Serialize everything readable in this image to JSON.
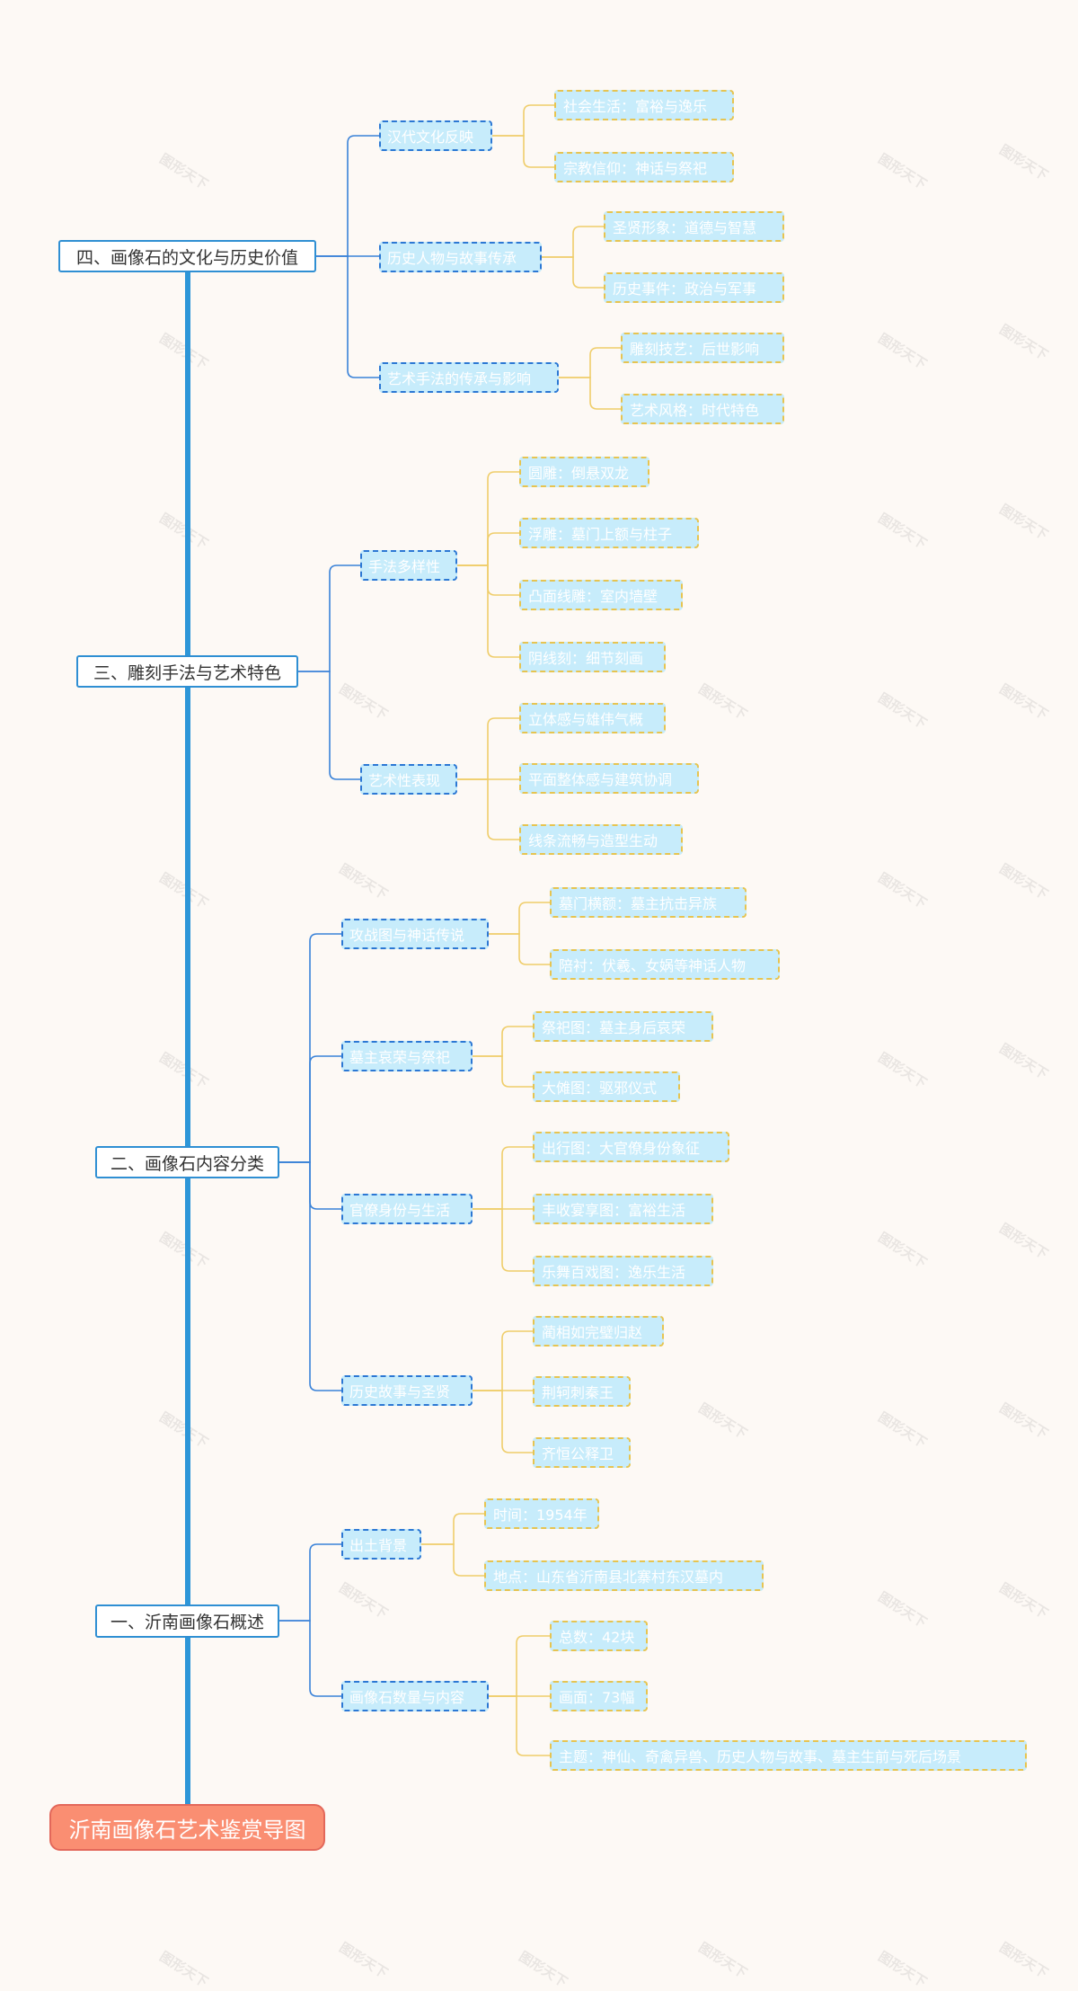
{
  "title": "沂南画像石艺术鉴赏导图",
  "watermark": "图形天下",
  "colors": {
    "background": "#fdf9f5",
    "root": "#fa8e72",
    "main_border": "#2f8fd3",
    "l2_border": "#2c78d4",
    "leaf_border": "#e6c451",
    "node_fill": "#c7ecfb",
    "spine": "#2d96d8"
  },
  "sections": [
    {
      "label": "四、画像石的文化与历史价值",
      "children": [
        {
          "label": "汉代文化反映",
          "children": [
            "社会生活：富裕与逸乐",
            "宗教信仰：神话与祭祀"
          ]
        },
        {
          "label": "历史人物与故事传承",
          "children": [
            "圣贤形象：道德与智慧",
            "历史事件：政治与军事"
          ]
        },
        {
          "label": "艺术手法的传承与影响",
          "children": [
            "雕刻技艺：后世影响",
            "艺术风格：时代特色"
          ]
        }
      ]
    },
    {
      "label": "三、雕刻手法与艺术特色",
      "children": [
        {
          "label": "手法多样性",
          "children": [
            "圆雕：倒悬双龙",
            "浮雕：墓门上额与柱子",
            "凸面线雕：室内墙壁",
            "阴线刻：细节刻画"
          ]
        },
        {
          "label": "艺术性表现",
          "children": [
            "立体感与雄伟气概",
            "平面整体感与建筑协调",
            "线条流畅与造型生动"
          ]
        }
      ]
    },
    {
      "label": "二、画像石内容分类",
      "children": [
        {
          "label": "攻战图与神话传说",
          "children": [
            "墓门横额：墓主抗击异族",
            "陪衬：伏羲、女娲等神话人物"
          ]
        },
        {
          "label": "墓主哀荣与祭祀",
          "children": [
            "祭祀图：墓主身后哀荣",
            "大傩图：驱邪仪式"
          ]
        },
        {
          "label": "官僚身份与生活",
          "children": [
            "出行图：大官僚身份象征",
            "丰收宴享图：富裕生活",
            "乐舞百戏图：逸乐生活"
          ]
        },
        {
          "label": "历史故事与圣贤",
          "children": [
            "蔺相如完璧归赵",
            "荆轲刺秦王",
            "齐恒公释卫"
          ]
        }
      ]
    },
    {
      "label": "一、沂南画像石概述",
      "children": [
        {
          "label": "出土背景",
          "children": [
            "时间：1954年",
            "地点：山东省沂南县北寨村东汉墓内"
          ]
        },
        {
          "label": "画像石数量与内容",
          "children": [
            "总数：42块",
            "画面：73幅",
            "主题：神仙、奇禽异兽、历史人物与故事、墓主生前与死后场景"
          ]
        }
      ]
    }
  ]
}
